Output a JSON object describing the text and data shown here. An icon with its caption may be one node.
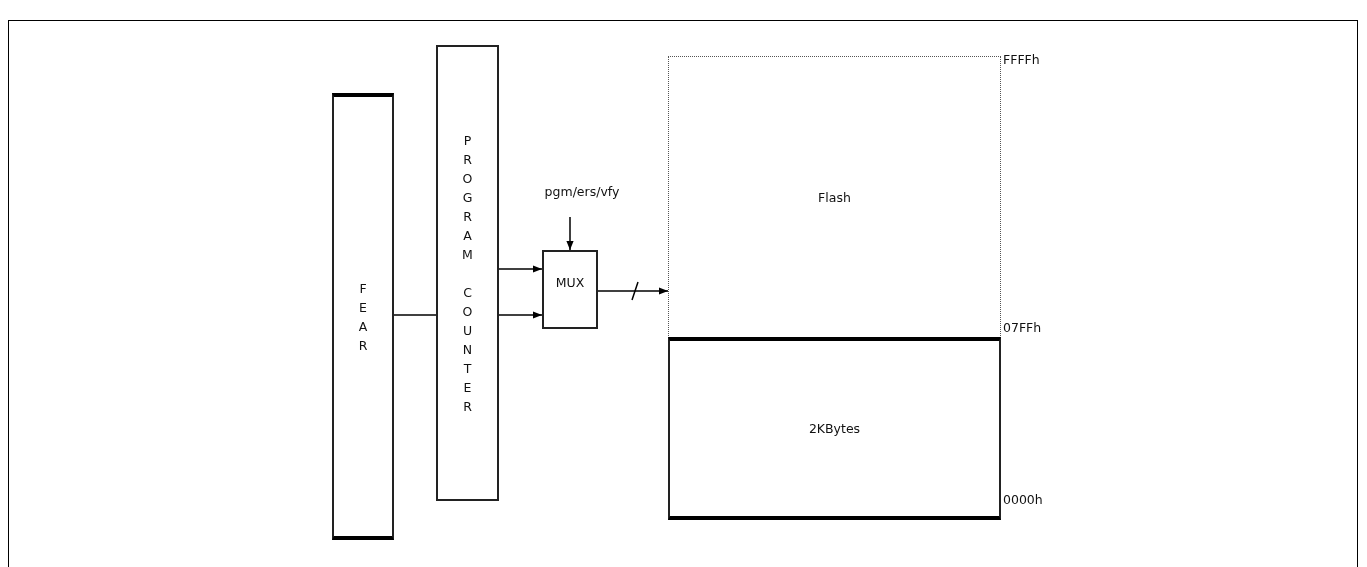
{
  "diagram": {
    "nodes": [
      {
        "text": [
          "FEAR"
        ]
      },
      {
        "text": [
          "PROGRAM COUNTER"
        ]
      },
      {
        "text": [
          "pgm/ers/vfy"
        ]
      },
      {
        "text": [
          "MUX"
        ]
      },
      {
        "text": [
          "Flash"
        ]
      },
      {
        "text": [
          "2KBytes"
        ]
      }
    ],
    "edges": [
      {
        "from": 0,
        "to": 1,
        "arrow": "none"
      },
      {
        "from": 1,
        "to": 3,
        "arrow": "to"
      },
      {
        "from": 1,
        "to": 3,
        "arrow": "to"
      },
      {
        "from": 2,
        "to": 3,
        "arrow": "to"
      },
      {
        "from": 3,
        "to": 4,
        "arrow": "to"
      }
    ],
    "labels": [
      "FFFFh",
      "07FFh",
      "0000h"
    ]
  }
}
